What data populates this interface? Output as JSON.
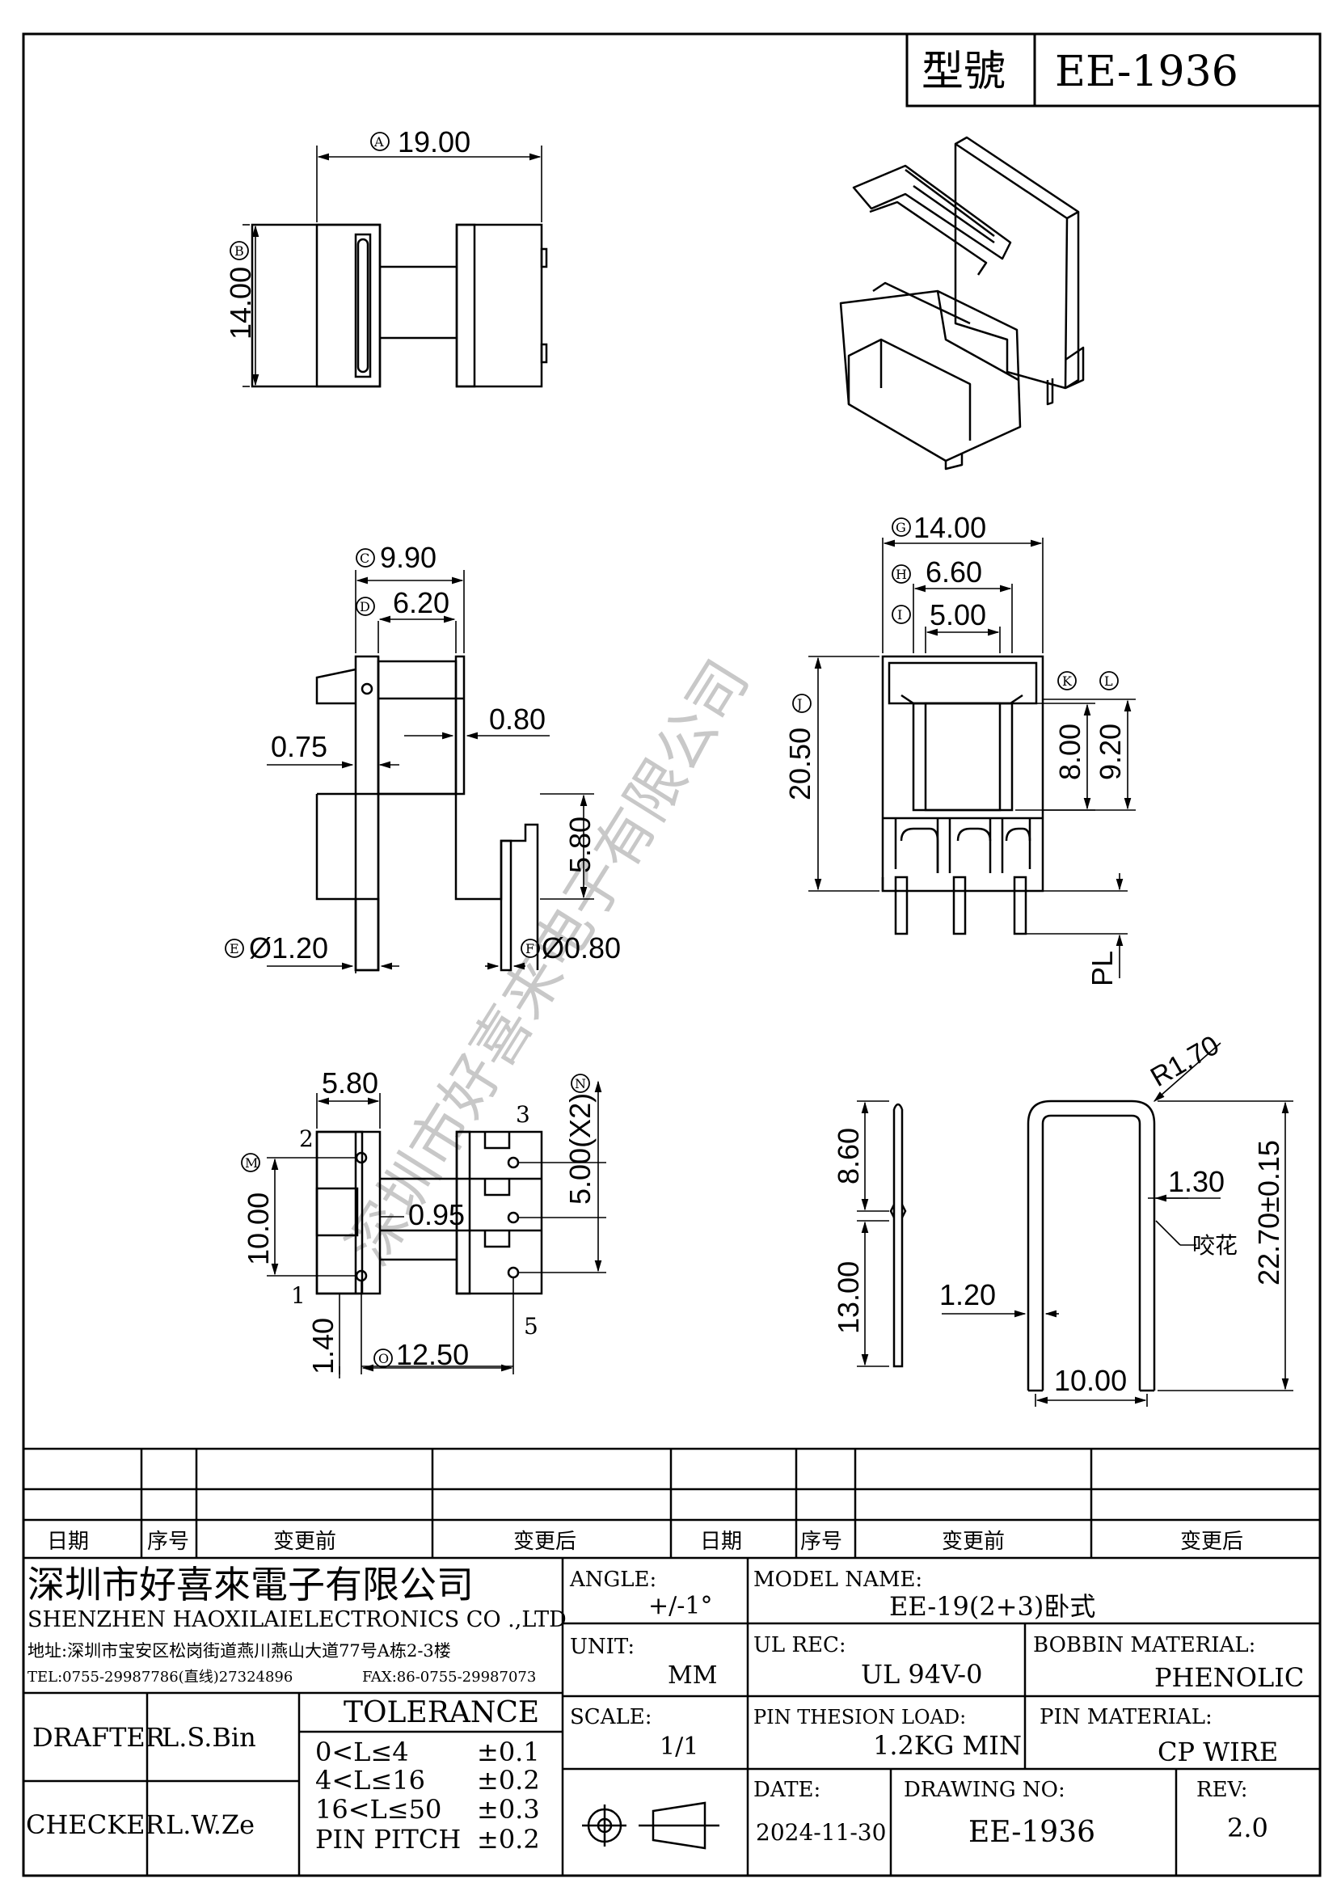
{
  "header": {
    "model_label": "型號",
    "model_value": "EE-1936"
  },
  "top_view": {
    "dim_a": "19.00",
    "dim_a_tag": "A",
    "dim_b": "14.00",
    "dim_b_tag": "B"
  },
  "side_view": {
    "dim_c": "9.90",
    "dim_c_tag": "C",
    "dim_d": "6.20",
    "dim_d_tag": "D",
    "dim_075": "0.75",
    "dim_080": "0.80",
    "dim_580": "5.80",
    "dim_e": "Ø1.20",
    "dim_e_tag": "E",
    "dim_f": "Ø0.80",
    "dim_f_tag": "F"
  },
  "front_view": {
    "dim_g": "14.00",
    "dim_g_tag": "G",
    "dim_h": "6.60",
    "dim_h_tag": "H",
    "dim_i": "5.00",
    "dim_i_tag": "I",
    "dim_2050": "20.50",
    "dim_j_tag": "J",
    "dim_k": "8.00",
    "dim_k_tag": "K",
    "dim_l": "9.20",
    "dim_l_tag": "L",
    "pl": "PL"
  },
  "bottom_view": {
    "dim_580": "5.80",
    "dim_m": "10.00",
    "dim_m_tag": "M",
    "dim_n": "5.00(X2)",
    "dim_n_tag": "N",
    "dim_095": "0.95",
    "dim_140": "1.40",
    "dim_o": "12.50",
    "dim_o_tag": "O",
    "pin1": "1",
    "pin2": "2",
    "pin3": "3",
    "pin5": "5"
  },
  "pin_view": {
    "dim_860": "8.60",
    "dim_1300": "13.00",
    "dim_r": "R1.70",
    "dim_130": "1.30",
    "knurl": "咬花",
    "dim_2270": "22.70±0.15",
    "dim_120": "1.20",
    "dim_1000": "10.00"
  },
  "watermark": "深圳市好喜来电子有限公司",
  "revision_table": {
    "headers": [
      "日期",
      "序号",
      "变更前",
      "变更后",
      "日期",
      "序号",
      "变更前",
      "变更后"
    ]
  },
  "title_block": {
    "company_cn": "深圳市好喜來電子有限公司",
    "company_en": "SHENZHEN HAOXILAIELECTRONICS CO .,LTD",
    "address": "地址:深圳市宝安区松岗街道燕川燕山大道77号A栋2-3楼",
    "tel": "TEL:0755-29987786(直线)27324896",
    "fax": "FAX:86-0755-29987073",
    "drafter_label": "DRAFTER",
    "drafter": "L.S.Bin",
    "checker_label": "CHECKER",
    "checker": "L.W.Ze",
    "tolerance_title": "TOLERANCE",
    "tolerances": [
      {
        "range": "0<L≤4",
        "tol": "±0.1"
      },
      {
        "range": "4<L≤16",
        "tol": "±0.2"
      },
      {
        "range": "16<L≤50",
        "tol": "±0.3"
      },
      {
        "range": "PIN PITCH",
        "tol": "±0.2"
      }
    ],
    "angle_label": "ANGLE:",
    "angle": "+/-1°",
    "unit_label": "UNIT:",
    "unit": "MM",
    "scale_label": "SCALE:",
    "scale": "1/1",
    "model_name_label": "MODEL NAME:",
    "model_name": "EE-19(2+3)卧式",
    "ul_label": "UL REC:",
    "ul": "UL 94V-0",
    "bobbin_label": "BOBBIN MATERIAL:",
    "bobbin": "PHENOLIC",
    "load_label": "PIN THESION LOAD:",
    "load": "1.2KG MIN",
    "pin_mat_label": "PIN MATERIAL:",
    "pin_mat": "CP WIRE",
    "date_label": "DATE:",
    "date": "2024-11-30",
    "drawing_label": "DRAWING NO:",
    "drawing": "EE-1936",
    "rev_label": "REV:",
    "rev": "2.0"
  }
}
